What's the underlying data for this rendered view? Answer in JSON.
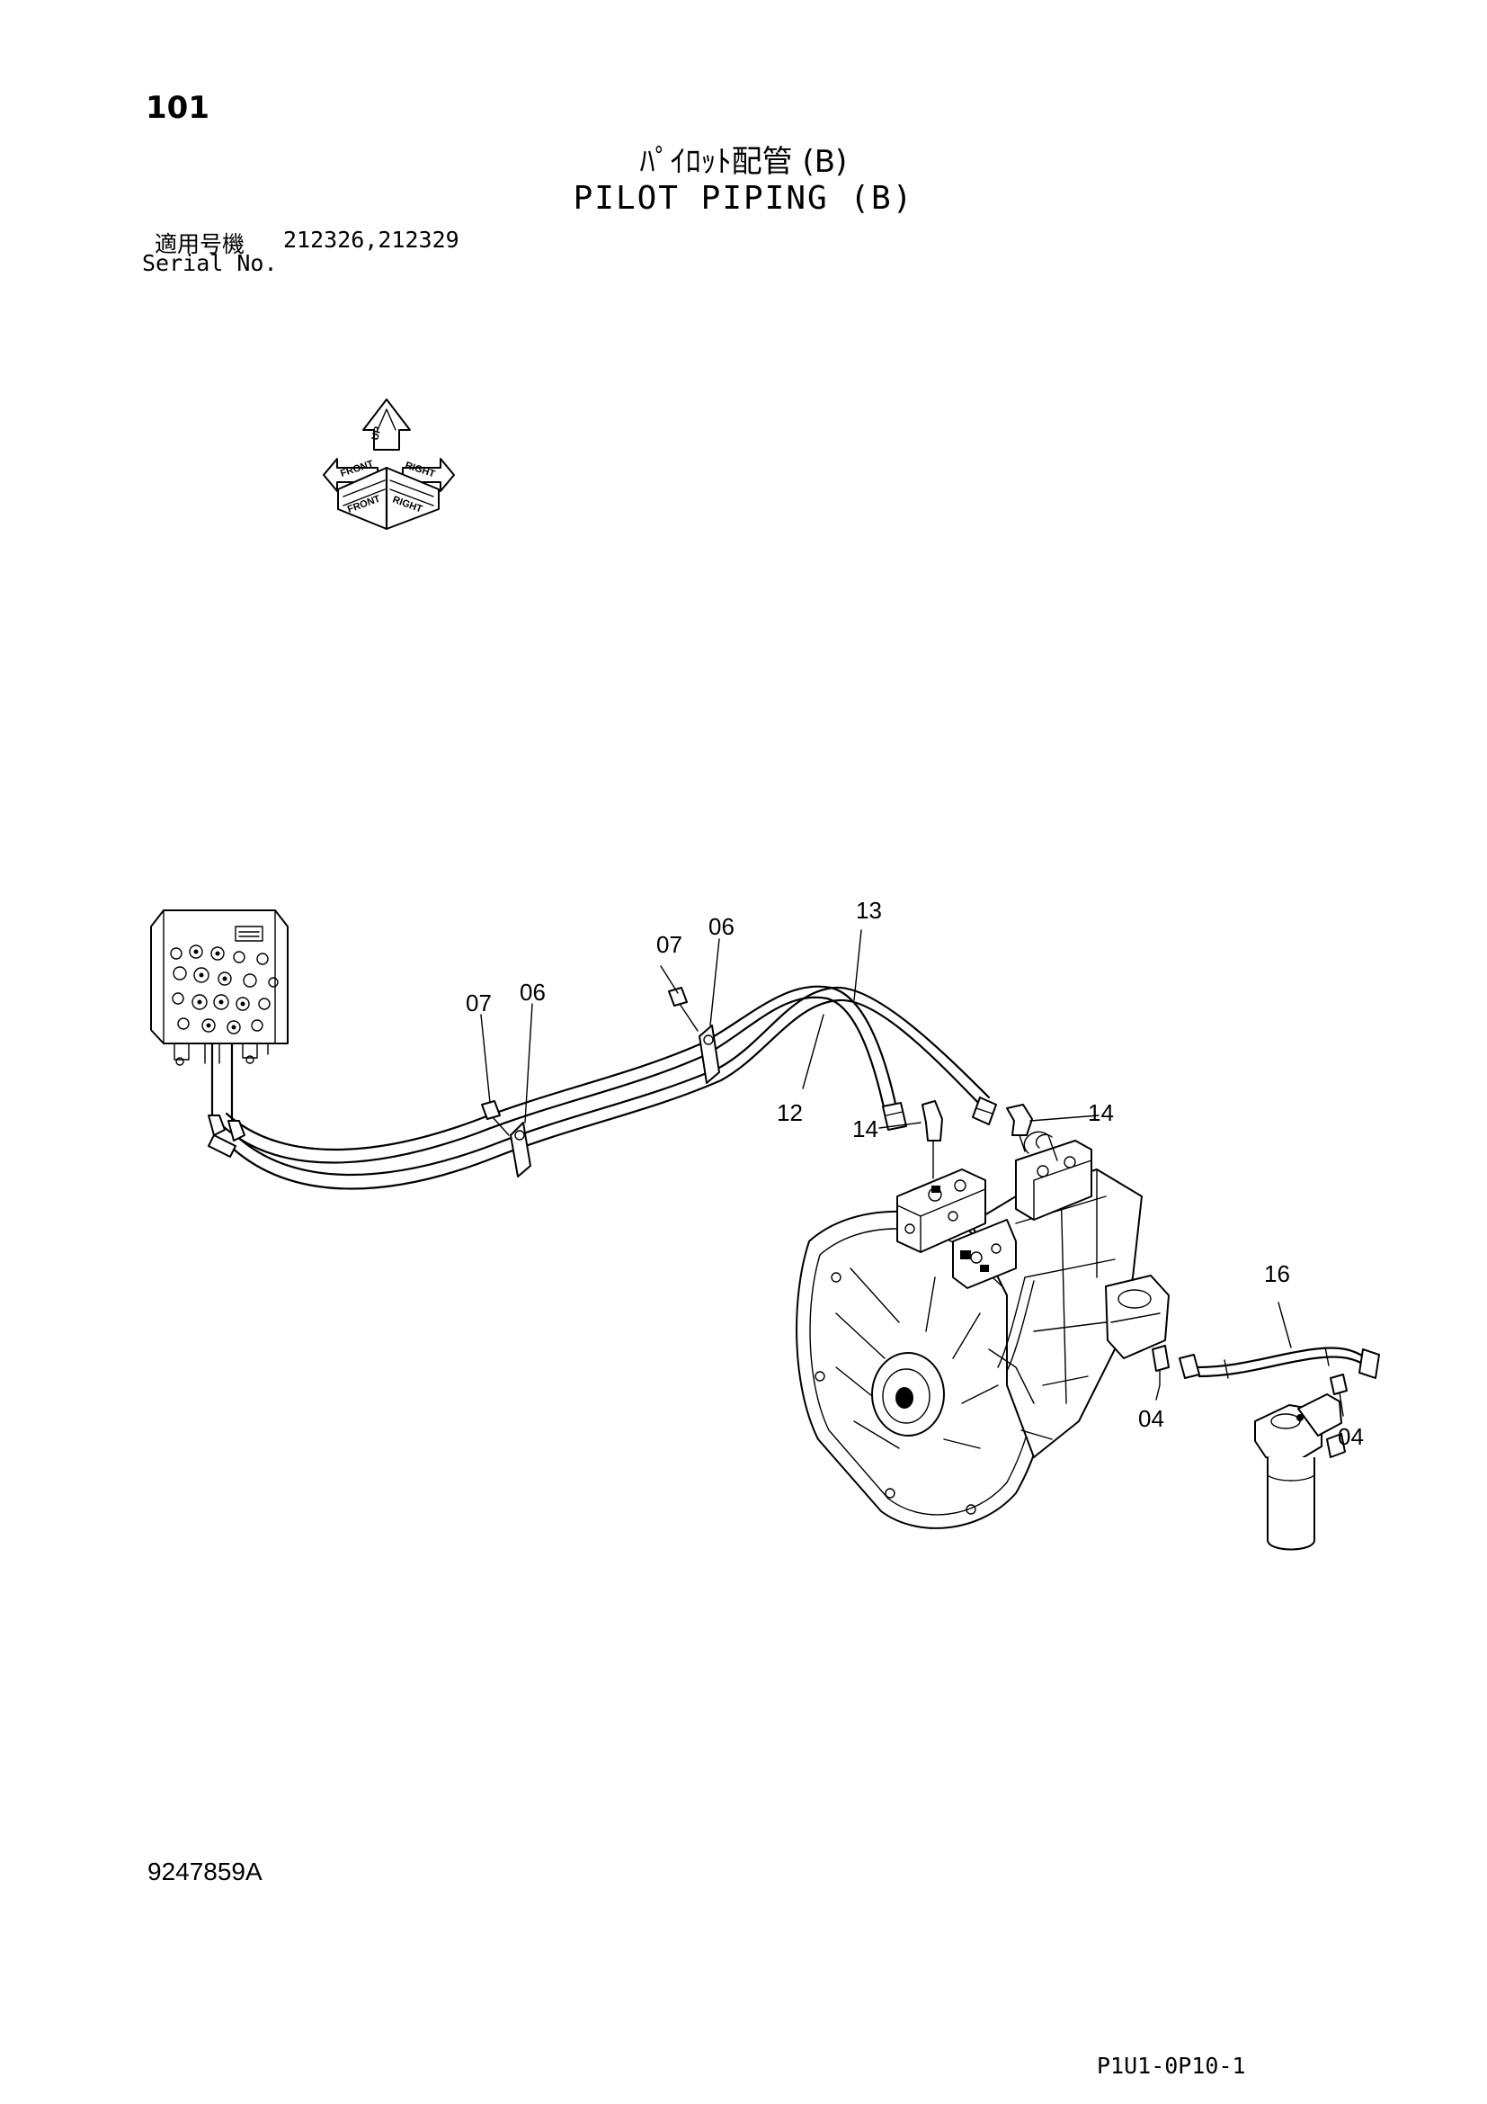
{
  "header": {
    "page_number": "101",
    "title_jp": "ﾊﾟｲﾛｯﾄ配管 (B)",
    "title_en": "PILOT PIPING (B)",
    "serial_label_jp": "適用号機",
    "serial_label_en": "Serial No.",
    "serial_numbers": "212326,212329"
  },
  "orientation_symbol": {
    "labels": [
      "FRONT",
      "RIGHT",
      "UP",
      "FRONT",
      "RIGHT"
    ]
  },
  "callouts": [
    {
      "id": "13",
      "label": "13"
    },
    {
      "id": "07a",
      "label": "07"
    },
    {
      "id": "06a",
      "label": "06"
    },
    {
      "id": "07b",
      "label": "07"
    },
    {
      "id": "06b",
      "label": "06"
    },
    {
      "id": "12",
      "label": "12"
    },
    {
      "id": "14a",
      "label": "14"
    },
    {
      "id": "14b",
      "label": "14"
    },
    {
      "id": "16",
      "label": "16"
    },
    {
      "id": "04a",
      "label": "04"
    },
    {
      "id": "04b",
      "label": "04"
    }
  ],
  "footer": {
    "drawing_number": "9247859A",
    "sheet_code": "P1U1-0P10-1"
  },
  "colors": {
    "line": "#000000",
    "background": "#ffffff"
  }
}
